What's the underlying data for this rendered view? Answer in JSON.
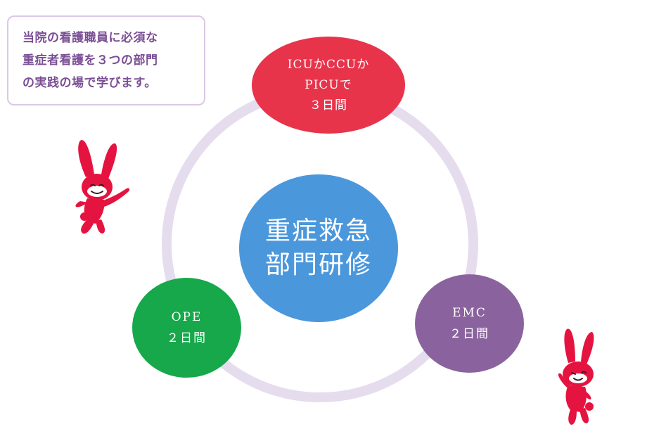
{
  "intro": {
    "lines": [
      "当院の看護職員に必須な",
      "重症者看護を３つの部門",
      "の実践の場で学びます。"
    ]
  },
  "diagram": {
    "center": {
      "lines": [
        "重症救急",
        "部門研修"
      ],
      "color": "#4b97dc"
    },
    "top": {
      "lines": [
        "ICUかCCUか",
        "PICUで",
        "３日間"
      ],
      "color": "#e8344b"
    },
    "left": {
      "lines": [
        "OPE",
        "２日間"
      ],
      "color": "#16a84a"
    },
    "right": {
      "lines": [
        "EMC",
        "２日間"
      ],
      "color": "#8a639e"
    },
    "ring_color": "#e5dcee"
  },
  "decorations": {
    "left_mascot_icon": "rabbit-mascot-icon",
    "right_mascot_icon": "rabbit-mascot-icon",
    "mascot_color": "#e5133f"
  }
}
